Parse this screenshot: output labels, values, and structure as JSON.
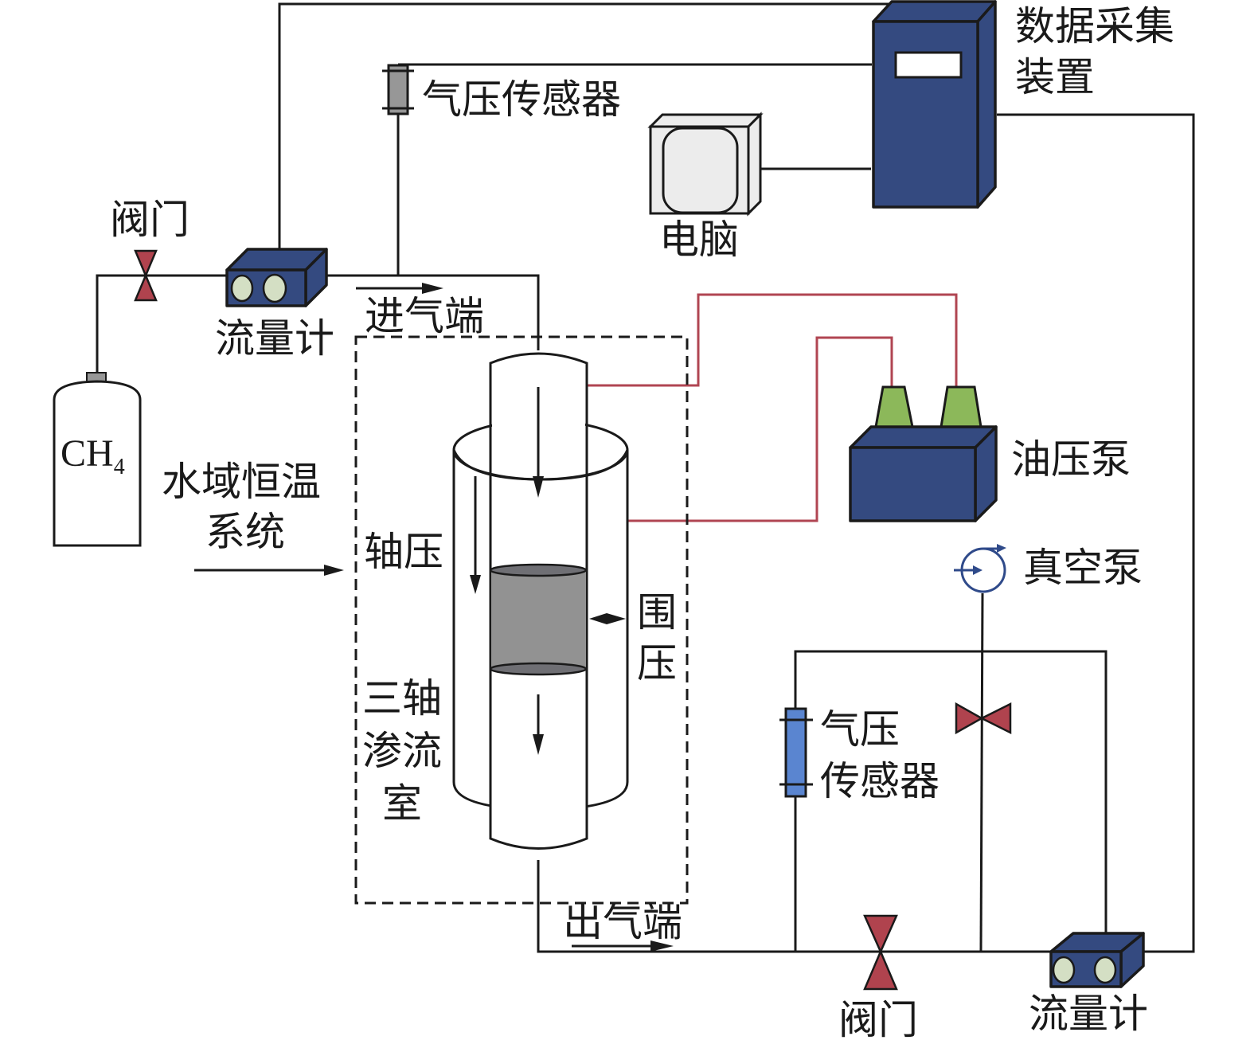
{
  "title": "CH4 triaxial seepage experimental system schematic",
  "colors": {
    "device_blue": "#344a80",
    "valve_red": "#b0434e",
    "oil_line": "#b04552",
    "pump_green": "#8cb85a",
    "sensor_gray": "#979797",
    "sensor_blue": "#5a85d0",
    "flowmeter_window": "#d4dfc4",
    "computer_gray": "#ececec",
    "sample_gray": "#929292",
    "vacuum_blue": "#2f4a8a"
  },
  "labels": {
    "data_acquisition": [
      "数据采集",
      "装置"
    ],
    "pressure_sensor_top": "气压传感器",
    "computer": "电脑",
    "valve_inlet": "阀门",
    "flowmeter_inlet": "流量计",
    "inlet_end": "进气端",
    "gas_cylinder_main": "CH",
    "gas_cylinder_sub": "4",
    "water_bath": [
      "水域恒温",
      "系统"
    ],
    "axial_pressure": "轴压",
    "confining_pressure": [
      "围",
      "压"
    ],
    "triaxial_chamber": [
      "三轴",
      "渗流",
      "室"
    ],
    "outlet_end": "出气端",
    "oil_pump": "油压泵",
    "vacuum_pump": "真空泵",
    "pressure_sensor_bottom": [
      "气压",
      "传感器"
    ],
    "valve_outlet": "阀门",
    "flowmeter_outlet": "流量计"
  }
}
